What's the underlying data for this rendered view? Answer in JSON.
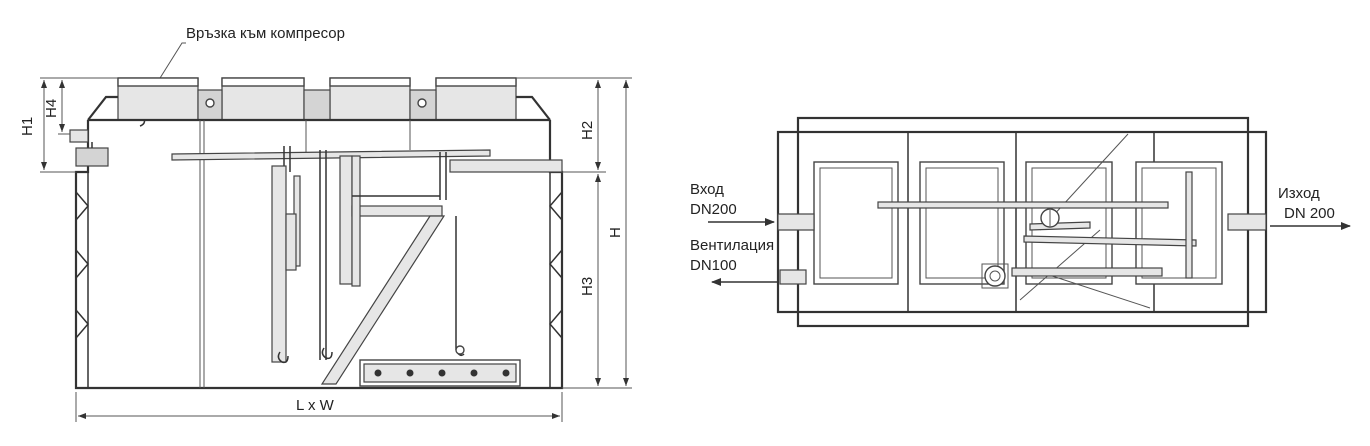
{
  "side_view": {
    "compressor_label": "Връзка към компресор",
    "dim_h1": "H1",
    "dim_h4": "H4",
    "dim_h2": "H2",
    "dim_h": "H",
    "dim_h3": "H3",
    "dim_lxw": "L x W"
  },
  "top_view": {
    "inlet_line1": "Вход",
    "inlet_line2": "DN200",
    "vent_line1": "Вентилация",
    "vent_line2": "DN100",
    "outlet_line1": "Изход",
    "outlet_line2": "DN 200"
  }
}
